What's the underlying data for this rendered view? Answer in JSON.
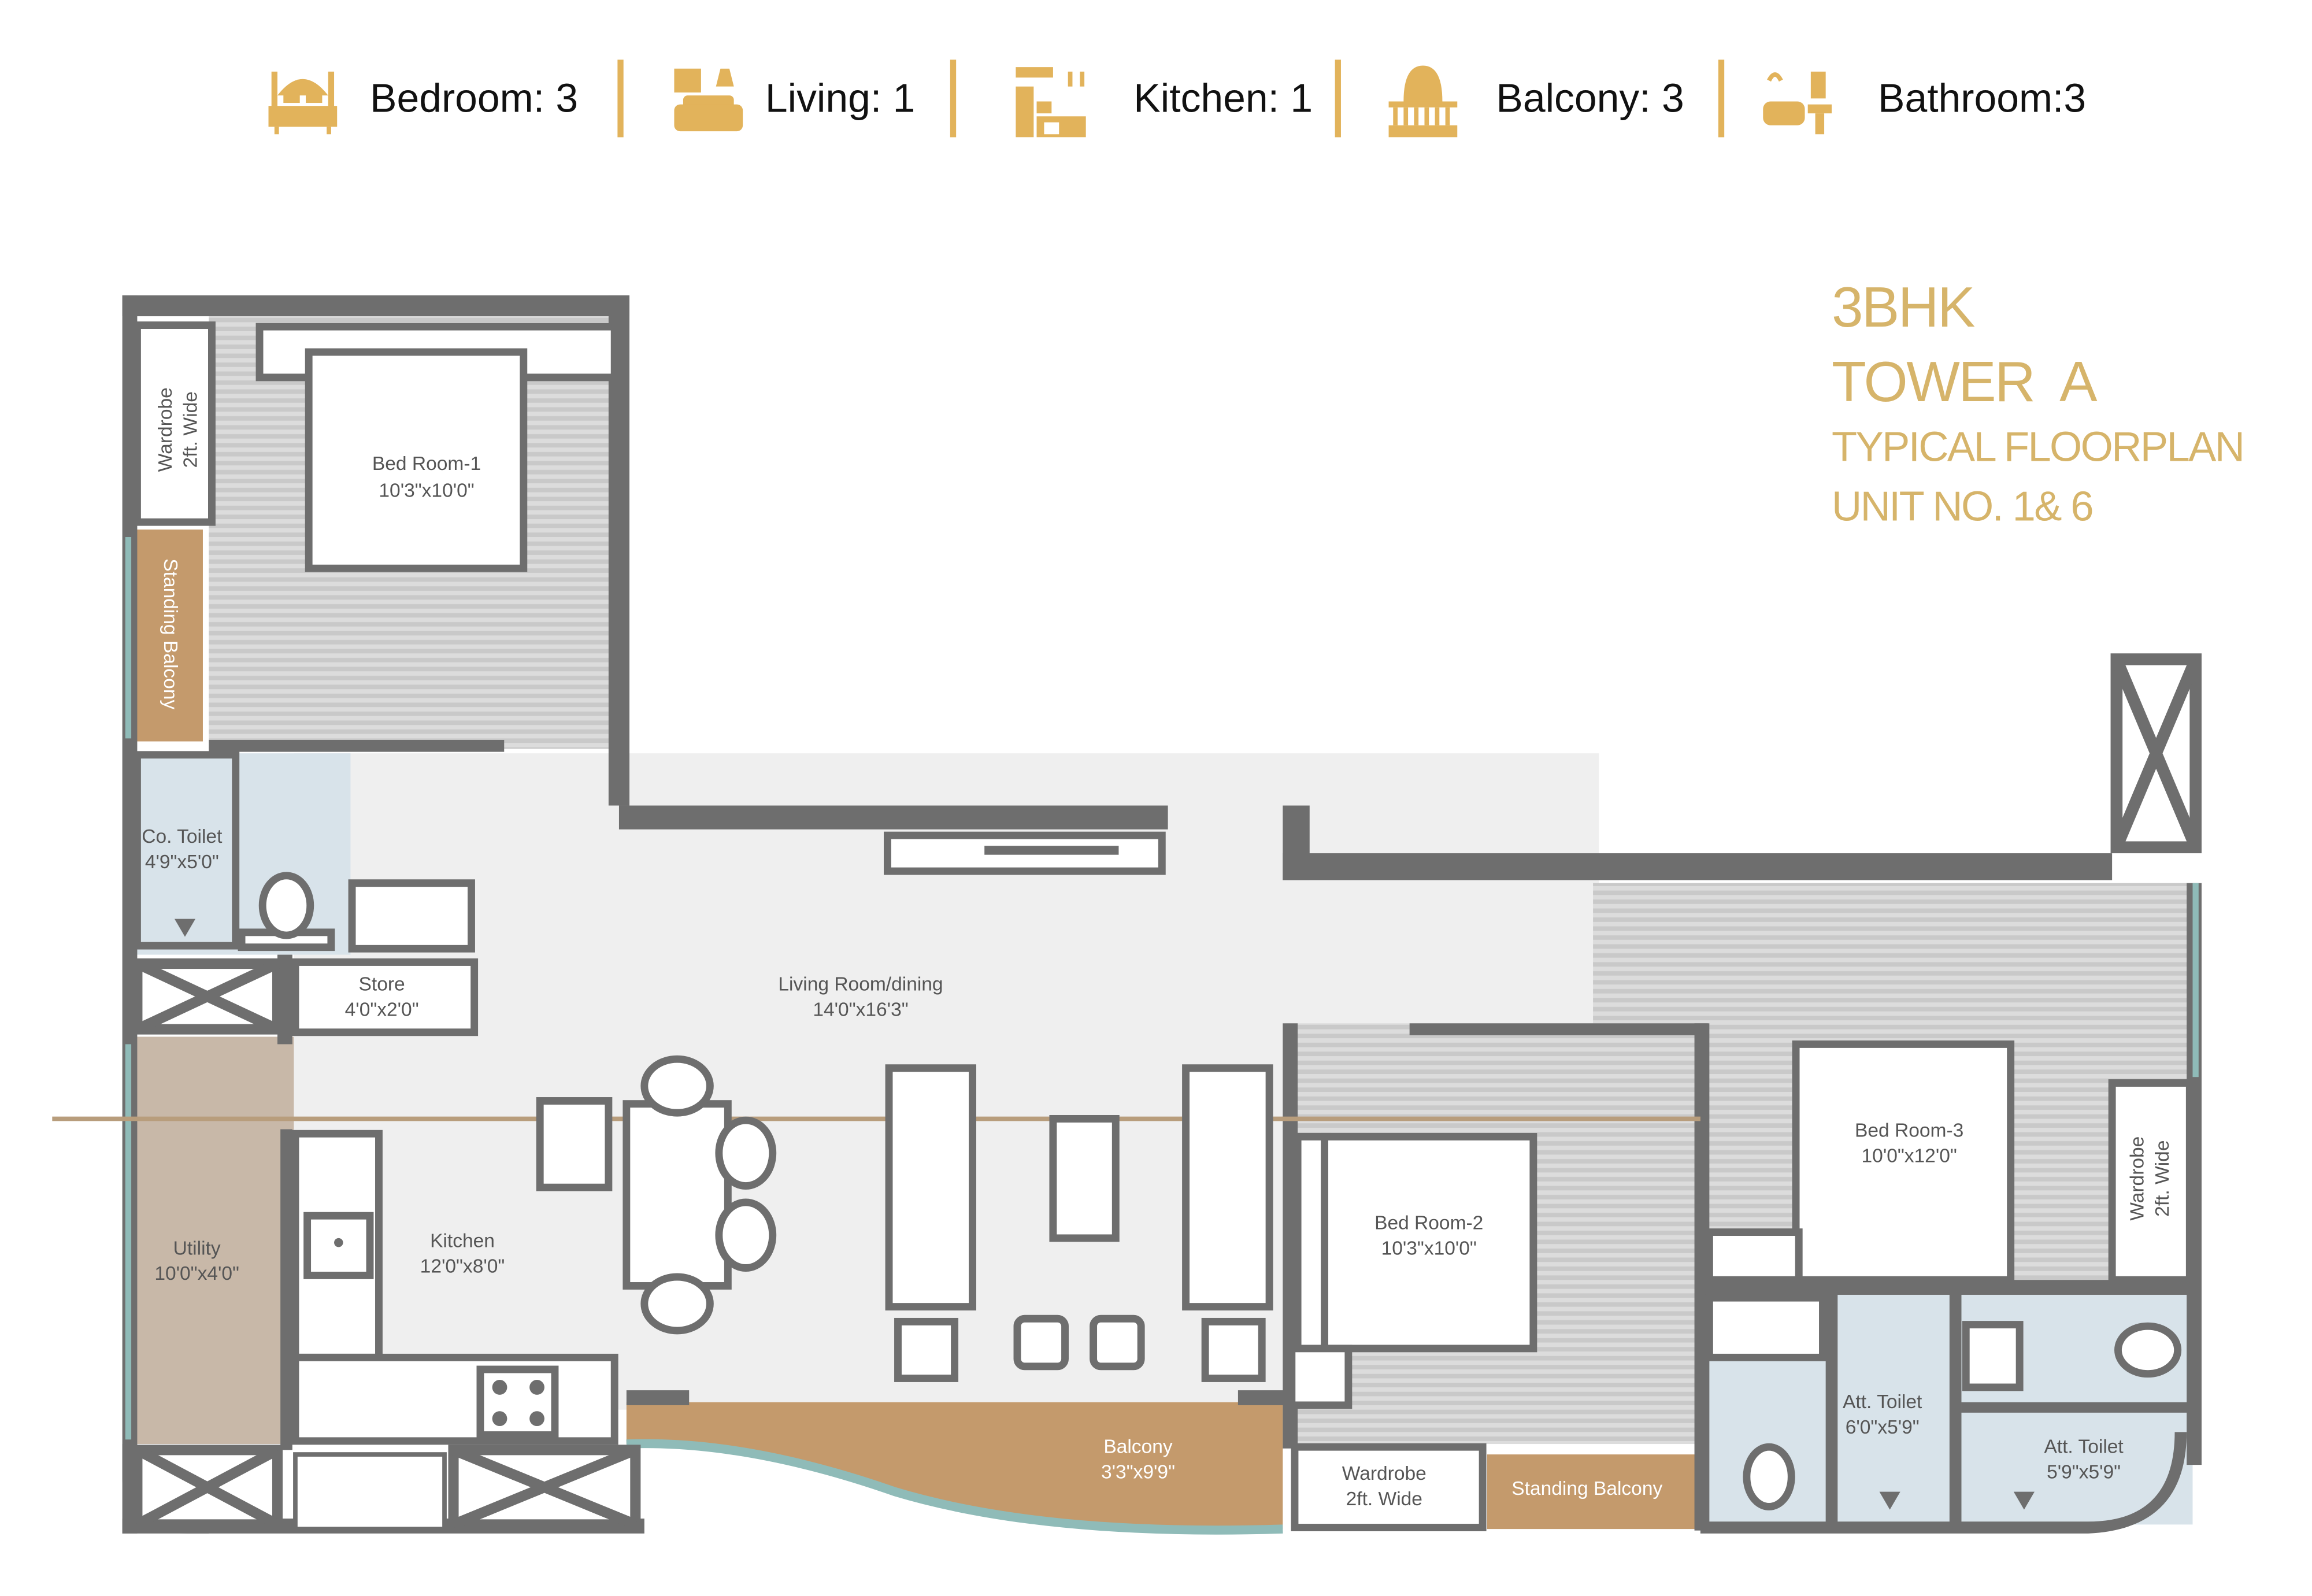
{
  "summary": {
    "items": [
      {
        "label": "Bedroom: 3",
        "icon": "bed-icon"
      },
      {
        "label": "Living: 1",
        "icon": "sofa-icon"
      },
      {
        "label": "Kitchen: 1",
        "icon": "kitchen-icon"
      },
      {
        "label": "Balcony: 3",
        "icon": "balcony-icon"
      },
      {
        "label": "Bathroom:3",
        "icon": "bathroom-icon"
      }
    ],
    "accent_color": "#e2b35b"
  },
  "title": {
    "line1": "3BHK",
    "line2": "TOWER  A",
    "line3": "TYPICAL FLOORPLAN",
    "line4": "UNIT NO. 1& 6",
    "color": "#d6b46a"
  },
  "rooms": {
    "bedroom1": {
      "name": "Bed Room-1",
      "size": "10'3\"x10'0\""
    },
    "wardrobe1": {
      "name": "Wardrobe",
      "size": "2ft. Wide"
    },
    "standing_balcony1": {
      "name": "Standing Balcony"
    },
    "co_toilet": {
      "name": "Co. Toilet",
      "size": "4'9\"x5'0\""
    },
    "store": {
      "name": "Store",
      "size": "4'0\"x2'0\""
    },
    "living": {
      "name": "Living Room/dining",
      "size": "14'0\"x16'3\""
    },
    "utility": {
      "name": "Utility",
      "size": "10'0\"x4'0\""
    },
    "kitchen": {
      "name": "Kitchen",
      "size": "12'0\"x8'0\""
    },
    "balcony": {
      "name": "Balcony",
      "size": "3'3\"x9'9\""
    },
    "bedroom2": {
      "name": "Bed Room-2",
      "size": "10'3\"x10'0\""
    },
    "wardrobe2": {
      "name": "Wardrobe",
      "size": "2ft. Wide"
    },
    "standing_balcony2": {
      "name": "Standing Balcony"
    },
    "bedroom3": {
      "name": "Bed Room-3",
      "size": "10'0\"x12'0\""
    },
    "wardrobe3": {
      "name": "Wardrobe",
      "size": "2ft. Wide"
    },
    "att_toilet1": {
      "name": "Att. Toilet",
      "size": "6'0\"x5'9\""
    },
    "att_toilet2": {
      "name": "Att. Toilet",
      "size": "5'9\"x5'9\""
    }
  }
}
